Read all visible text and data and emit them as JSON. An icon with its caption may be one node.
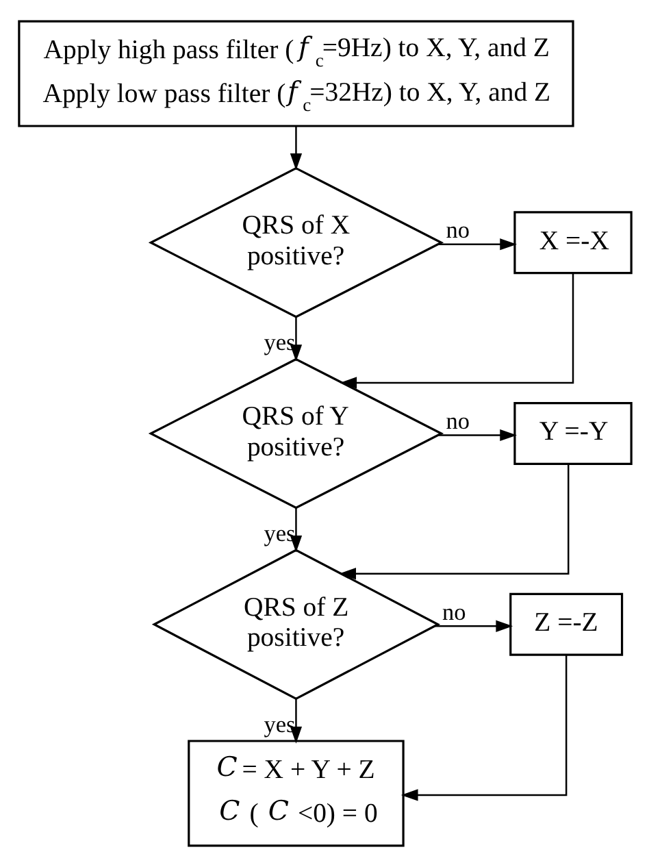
{
  "diagram": {
    "nodes": [
      {
        "text": [
          "Apply high pass filter (*f*$_{c}$=9Hz) to X, Y, and Z",
          "Apply low pass filter (*f*$_{c}$=32Hz) to X, Y, and Z"
        ]
      },
      {
        "text": [
          "QRS of X positive?"
        ]
      },
      {
        "text": [
          "X =-X"
        ]
      },
      {
        "text": [
          "QRS of Y positive?"
        ]
      },
      {
        "text": [
          "Y =-Y"
        ]
      },
      {
        "text": [
          "QRS of Z positive?"
        ]
      },
      {
        "text": [
          "Z =-Z"
        ]
      },
      {
        "text": [
          "*C* = X + Y + Z",
          "*C*(*C*<0) = 0"
        ]
      }
    ],
    "edges": [
      {
        "from": 0,
        "to": 1,
        "arrow": "to"
      },
      {
        "from": 1,
        "to": 2,
        "arrow": "to",
        "label": "no"
      },
      {
        "from": 1,
        "to": 3,
        "arrow": "to",
        "label": "yes"
      },
      {
        "from": 2,
        "to": 3,
        "arrow": "to"
      },
      {
        "from": 3,
        "to": 4,
        "arrow": "to",
        "label": "no"
      },
      {
        "from": 3,
        "to": 5,
        "arrow": "to",
        "label": "yes"
      },
      {
        "from": 4,
        "to": 5,
        "arrow": "to"
      },
      {
        "from": 5,
        "to": 6,
        "arrow": "to",
        "label": "no"
      },
      {
        "from": 5,
        "to": 7,
        "arrow": "to",
        "label": "yes"
      },
      {
        "from": 6,
        "to": 7,
        "arrow": "to"
      }
    ]
  }
}
